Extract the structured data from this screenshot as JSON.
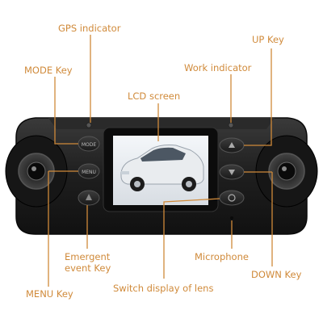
{
  "labels": {
    "gps_indicator": "GPS indicator",
    "mode_key": "MODE Key",
    "lcd_screen": "LCD screen",
    "work_indicator": "Work indicator",
    "up_key": "UP Key",
    "emergent_event_key_line1": "Emergent",
    "emergent_event_key_line2": "event Key",
    "microphone": "Microphone",
    "down_key": "DOWN Key",
    "menu_key": "MENU Key",
    "switch_display": "Switch display of lens"
  },
  "buttons": {
    "mode": "MODE",
    "menu": "MENU"
  },
  "colors": {
    "label_text": "#d08a3a",
    "leader_line": "#d08a3a",
    "device_body": "#1f1f1f",
    "screen_bezel": "#0c0c0c"
  },
  "icons": [
    "up-arrow-icon",
    "down-arrow-icon",
    "lens-switch-icon",
    "emergency-icon"
  ]
}
